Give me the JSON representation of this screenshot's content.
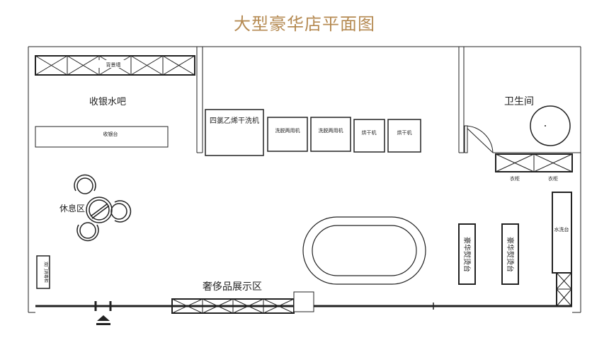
{
  "title": "大型豪华店平面图",
  "colors": {
    "title": "#b58a52",
    "line": "#222222",
    "background": "#ffffff"
  },
  "labels": {
    "cashier_bar": "收银水吧",
    "cashier_counter": "收银台",
    "backdrop": "背景墙",
    "dry_cleaner": "四氯乙烯干洗机",
    "washer_1": "洗脱两用机",
    "washer_2": "洗脱两用机",
    "dryer_1": "烘干机",
    "dryer_2": "烘干机",
    "restroom": "卫生间",
    "wardrobe_1": "衣柜",
    "wardrobe_2": "衣柜",
    "lounge": "休息区",
    "sink": "水洗台",
    "luxury_counter_1": "豪华熨烫台",
    "luxury_counter_2": "豪华熨烫台",
    "luxury_display": "奢侈品展示区",
    "small_cabinet": "双门消毒柜"
  }
}
